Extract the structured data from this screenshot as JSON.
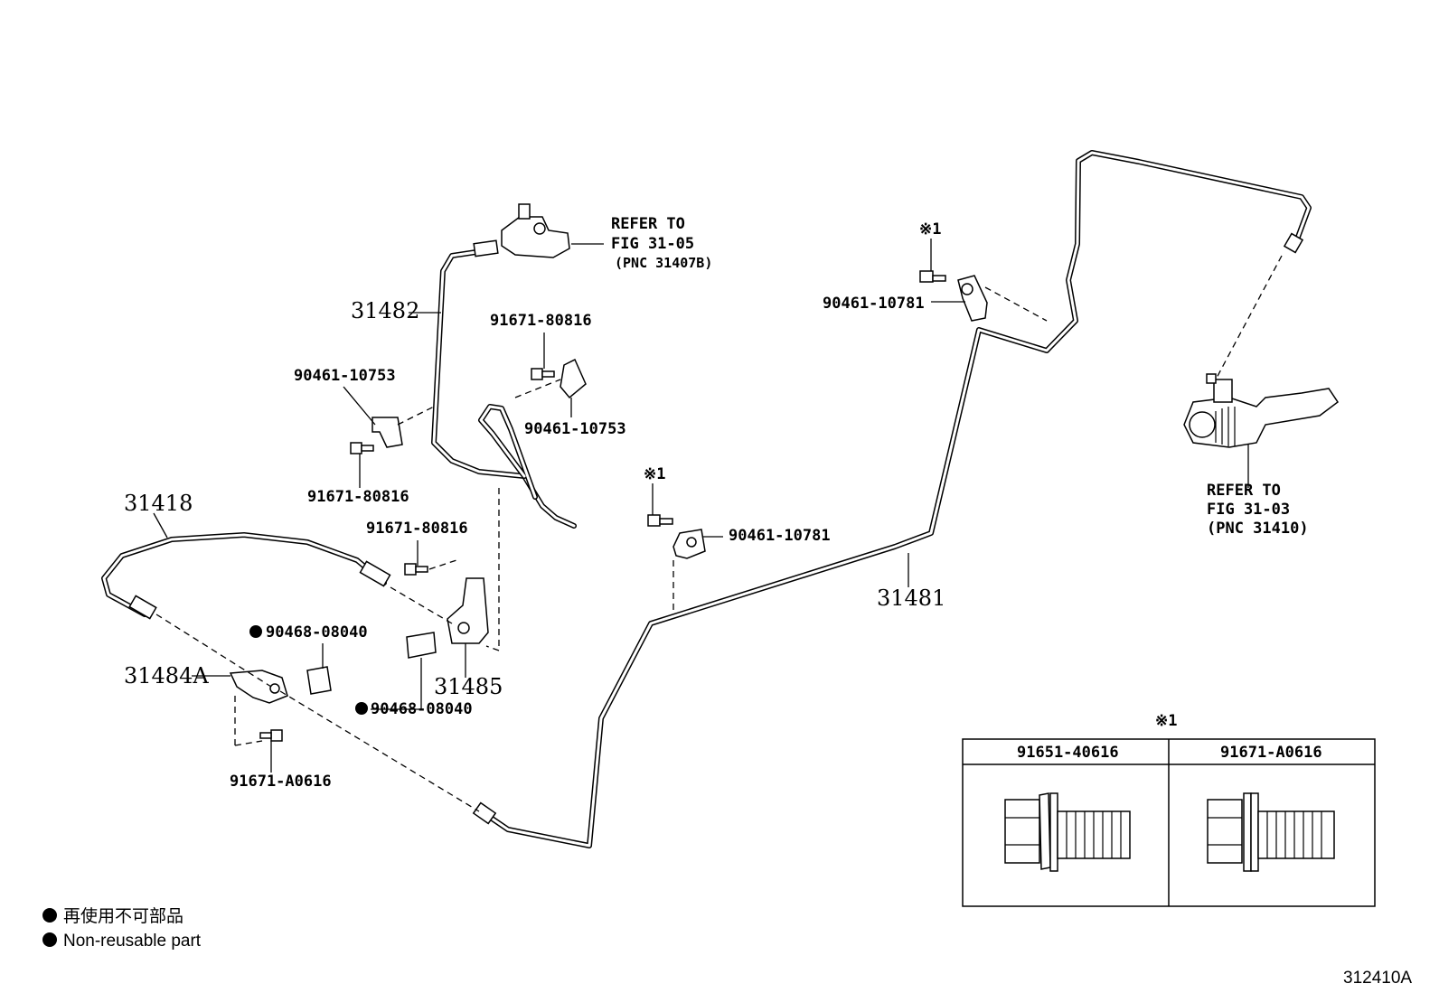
{
  "labels": {
    "p31482": "31482",
    "p31418": "31418",
    "p31481": "31481",
    "p31485": "31485",
    "p31484a": "31484A",
    "n90461_10753_a": "90461-10753",
    "n90461_10753_b": "90461-10753",
    "n91671_80816_a": "91671-80816",
    "n91671_80816_b": "91671-80816",
    "n91671_80816_c": "91671-80816",
    "n90461_10781_a": "90461-10781",
    "n90461_10781_b": "90461-10781",
    "n90468_08040_a": "90468-08040",
    "n90468_08040_b": "90468-08040",
    "n91671_a0616": "91671-A0616",
    "note_mark_a": "※1",
    "note_mark_b": "※1",
    "note_mark_table": "※1"
  },
  "refers": {
    "upper": [
      "REFER TO",
      "FIG 31-05",
      "(PNC 31407B)"
    ],
    "right": [
      "REFER TO",
      "FIG 31-03",
      "(PNC 31410)"
    ]
  },
  "note_table": {
    "col1": "91651-40616",
    "col2": "91671-A0616"
  },
  "legend": {
    "jp": "再使用不可部品",
    "en": "Non-reusable part"
  },
  "figure_code": "312410A"
}
